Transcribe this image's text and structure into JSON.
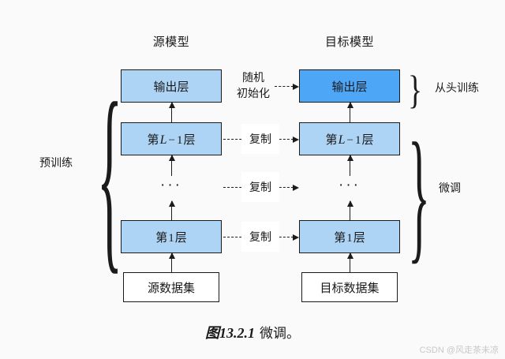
{
  "columns": {
    "source_title": "源模型",
    "target_title": "目标模型"
  },
  "source_stack": {
    "output_layer": "输出层",
    "layer_lm1_prefix": "第",
    "layer_lm1_var": "L",
    "layer_lm1_op": "−",
    "layer_lm1_num": "1",
    "layer_lm1_suffix": "层",
    "ellipsis": "···",
    "layer_1_prefix": "第",
    "layer_1_num": "1",
    "layer_1_suffix": "层",
    "dataset": "源数据集"
  },
  "target_stack": {
    "output_layer": "输出层",
    "layer_lm1_prefix": "第",
    "layer_lm1_var": "L",
    "layer_lm1_op": "−",
    "layer_lm1_num": "1",
    "layer_lm1_suffix": "层",
    "ellipsis": "···",
    "layer_1_prefix": "第",
    "layer_1_num": "1",
    "layer_1_suffix": "层",
    "dataset": "目标数据集"
  },
  "connectors": {
    "random_init_line1": "随机",
    "random_init_line2": "初始化",
    "copy_lm1": "复制",
    "copy_mid": "复制",
    "copy_l1": "复制"
  },
  "annotations": {
    "left_brace": "{",
    "left_label": "预训练",
    "right_brace_top": "}",
    "right_label_top": "从头训练",
    "right_brace_bottom": "}",
    "right_label_bottom": "微调"
  },
  "caption": {
    "figure_number": "图13.2.1",
    "text": "微调。"
  },
  "watermark": {
    "text": "CSDN @风走茶未凉"
  },
  "colors": {
    "background": "#fafafa",
    "layer_fill": "#aed4f5",
    "layer_highlight_fill": "#4ea6f7",
    "dataset_fill": "#ffffff",
    "stroke": "#1b1b1b",
    "text": "#1a1a1a",
    "watermark": "#c8c8c8"
  }
}
